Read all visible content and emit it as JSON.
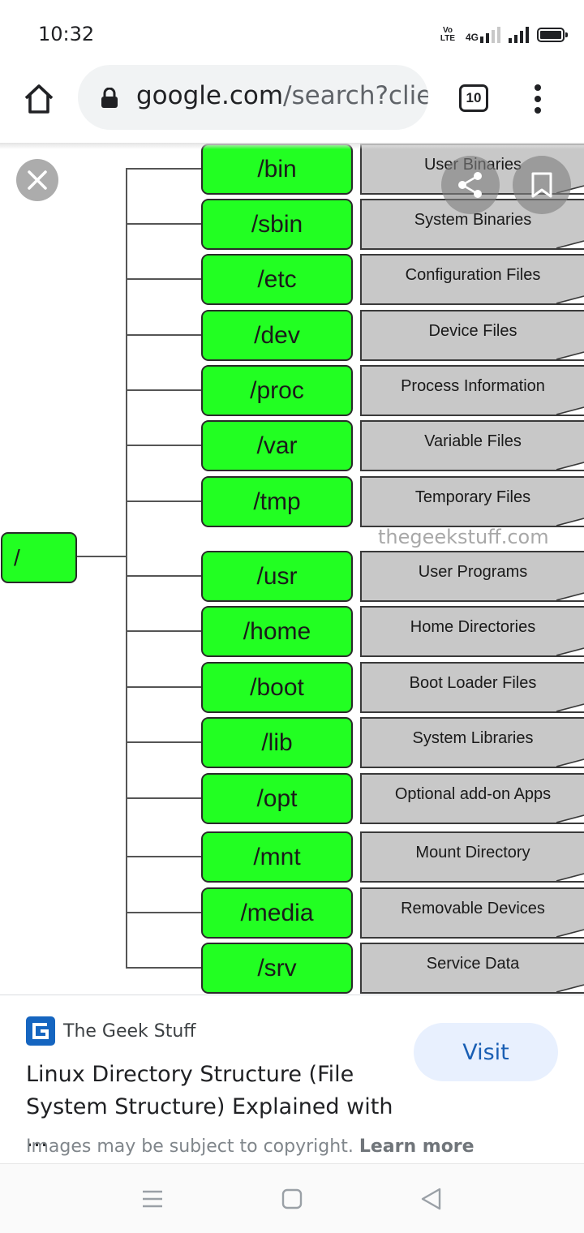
{
  "status_bar": {
    "time": "10:32",
    "volte": "Vo LTE",
    "network": "4G"
  },
  "browser": {
    "url_host": "google.com",
    "url_path": "/search?clie",
    "tab_count": "10"
  },
  "diagram": {
    "root": "/",
    "watermark": "thegeekstuff.com",
    "directories": [
      {
        "name": "/bin",
        "description": "User Binaries"
      },
      {
        "name": "/sbin",
        "description": "System Binaries"
      },
      {
        "name": "/etc",
        "description": "Configuration Files"
      },
      {
        "name": "/dev",
        "description": "Device Files"
      },
      {
        "name": "/proc",
        "description": "Process Information"
      },
      {
        "name": "/var",
        "description": "Variable Files"
      },
      {
        "name": "/tmp",
        "description": "Temporary Files"
      },
      {
        "name": "/usr",
        "description": "User Programs"
      },
      {
        "name": "/home",
        "description": "Home Directories"
      },
      {
        "name": "/boot",
        "description": "Boot Loader Files"
      },
      {
        "name": "/lib",
        "description": "System Libraries"
      },
      {
        "name": "/opt",
        "description": "Optional add-on Apps"
      },
      {
        "name": "/mnt",
        "description": "Mount Directory"
      },
      {
        "name": "/media",
        "description": "Removable Devices"
      },
      {
        "name": "/srv",
        "description": "Service Data"
      }
    ]
  },
  "result": {
    "site_name": "The Geek Stuff",
    "title": "Linux Directory Structure (File System Structure) Explained with …",
    "visit_label": "Visit",
    "copyright_text": "Images may be subject to copyright.",
    "learn_more_label": "Learn more"
  },
  "colors": {
    "directory_box": "#22ff22",
    "description_box": "#c8c8c8",
    "visit_button_bg": "#e8f0fe",
    "visit_button_text": "#1a5fb4",
    "site_logo": "#1565c0"
  }
}
